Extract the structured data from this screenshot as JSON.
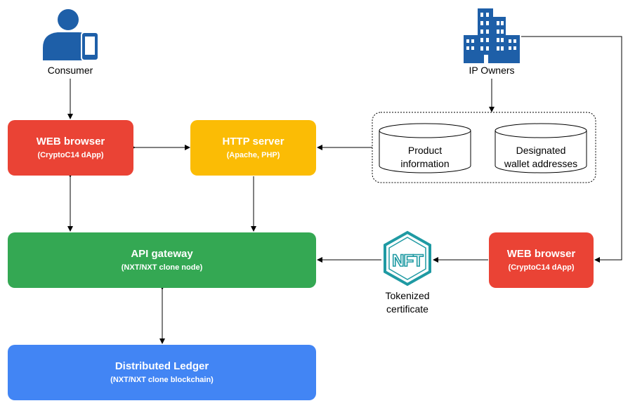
{
  "actors": {
    "consumer": "Consumer",
    "ip_owners": "IP Owners"
  },
  "nodes": {
    "web_browser_left": {
      "title": "WEB browser",
      "subtitle": "(CryptoC14 dApp)"
    },
    "http_server": {
      "title": "HTTP server",
      "subtitle": "(Apache, PHP)"
    },
    "api_gateway": {
      "title": "API gateway",
      "subtitle": "(NXT/NXT clone node)"
    },
    "distributed_ledger": {
      "title": "Distributed Ledger",
      "subtitle": "(NXT/NXT clone blockchain)"
    },
    "web_browser_right": {
      "title": "WEB browser",
      "subtitle": "(CryptoC14 dApp)"
    }
  },
  "databases": {
    "product": {
      "line1": "Product",
      "line2": "information"
    },
    "wallet": {
      "line1": "Designated",
      "line2": "wallet addresses"
    }
  },
  "nft": {
    "label_line1": "Tokenized",
    "label_line2": "certificate",
    "glyph": "NFT"
  },
  "colors": {
    "red": "#ea4335",
    "yellow": "#fbbc05",
    "green": "#34a853",
    "blue": "#4285f4",
    "icon_blue": "#1e5fa8",
    "nft_teal": "#1f9aa3"
  },
  "icons": [
    "user-with-phone-icon",
    "office-building-icon",
    "nft-token-icon",
    "database-cylinder-icon"
  ]
}
